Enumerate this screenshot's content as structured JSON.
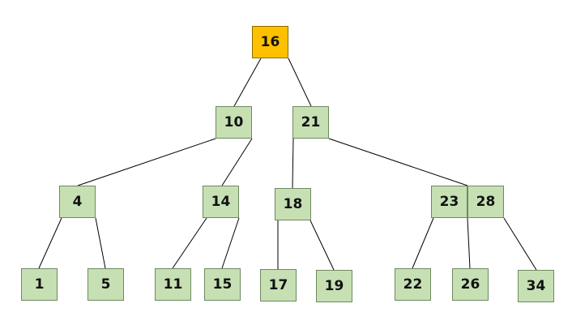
{
  "tree": {
    "root": {
      "key": "16",
      "fill": "#ffc000"
    },
    "node_fill": "#c6e0b4",
    "level1": [
      "10",
      "21"
    ],
    "level2": [
      "4",
      "14",
      "18",
      "23",
      "28"
    ],
    "leaves": [
      "1",
      "5",
      "11",
      "15",
      "17",
      "19",
      "22",
      "26",
      "34"
    ],
    "edges": [
      [
        "16",
        "10"
      ],
      [
        "16",
        "21"
      ],
      [
        "10",
        "4"
      ],
      [
        "10",
        "14"
      ],
      [
        "21",
        "18"
      ],
      [
        "21",
        "23|28"
      ],
      [
        "4",
        "1"
      ],
      [
        "4",
        "5"
      ],
      [
        "14",
        "11"
      ],
      [
        "14",
        "15"
      ],
      [
        "18",
        "17"
      ],
      [
        "18",
        "19"
      ],
      [
        "23|28",
        "22"
      ],
      [
        "23|28",
        "26"
      ],
      [
        "23|28",
        "34"
      ]
    ]
  }
}
